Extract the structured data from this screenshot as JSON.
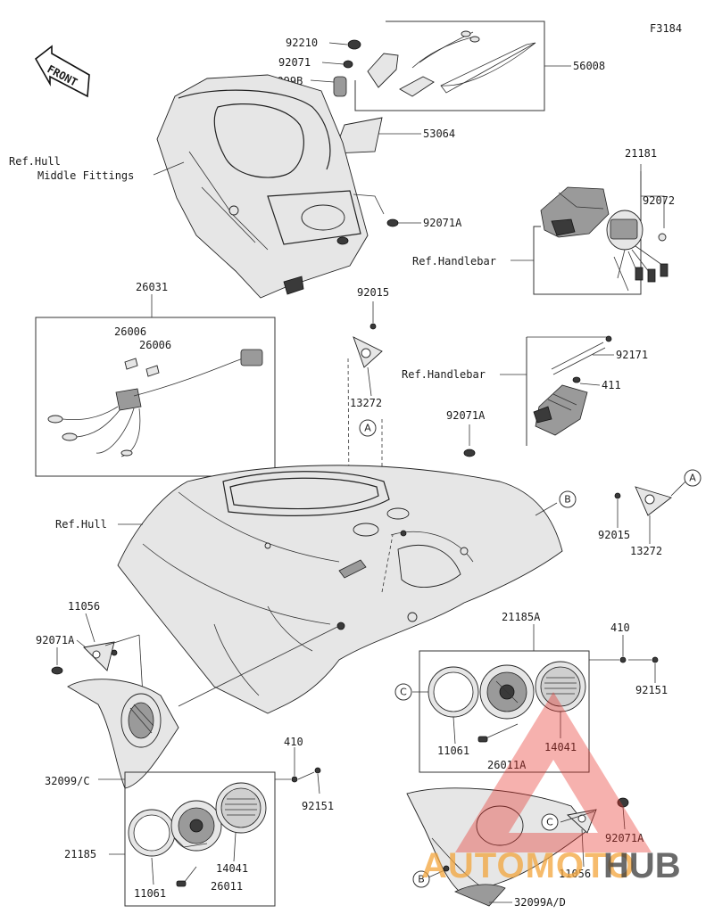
{
  "figure_id": "F3184",
  "front_label": "FRONT",
  "parts": {
    "p92210": "92210",
    "p92071": "92071",
    "p32099B": "32099B",
    "p56008": "56008",
    "p53064": "53064",
    "p92071A_top": "92071A",
    "p21181": "21181",
    "p92072": "92072",
    "p26031": "26031",
    "p26006_a": "26006",
    "p26006_b": "26006",
    "p92015_top": "92015",
    "p13272_top": "13272",
    "p92071A_mid": "92071A",
    "p92171": "92171",
    "p411": "411",
    "p92015_right": "92015",
    "p13272_right": "13272",
    "p11056_left": "11056",
    "p92071A_left": "92071A",
    "p21185A": "21185A",
    "p410_right": "410",
    "p92151_right": "92151",
    "p11061_right": "11061",
    "p26011A": "26011A",
    "p14041_right": "14041",
    "p32099C": "32099/C",
    "p410_left": "410",
    "p92151_left": "92151",
    "p21185": "21185",
    "p14041_left": "14041",
    "p11061_left": "11061",
    "p26011": "26011",
    "p92071A_br": "92071A",
    "p11056_br": "11056",
    "p32099AD": "32099A/D"
  },
  "references": {
    "hull_middle_line1": "Ref.Hull",
    "hull_middle_line2": "Middle Fittings",
    "handlebar_top": "Ref.Handlebar",
    "handlebar_mid": "Ref.Handlebar",
    "hull": "Ref.Hull"
  },
  "markers": {
    "a1": "A",
    "a2": "A",
    "b1": "B",
    "b2": "B",
    "c1": "C",
    "c2": "C"
  },
  "watermark": {
    "part1": "AUTOMOTO",
    "part2": "HUB",
    "color_primary": "#e8322b",
    "color_secondary": "#f3a53c"
  }
}
